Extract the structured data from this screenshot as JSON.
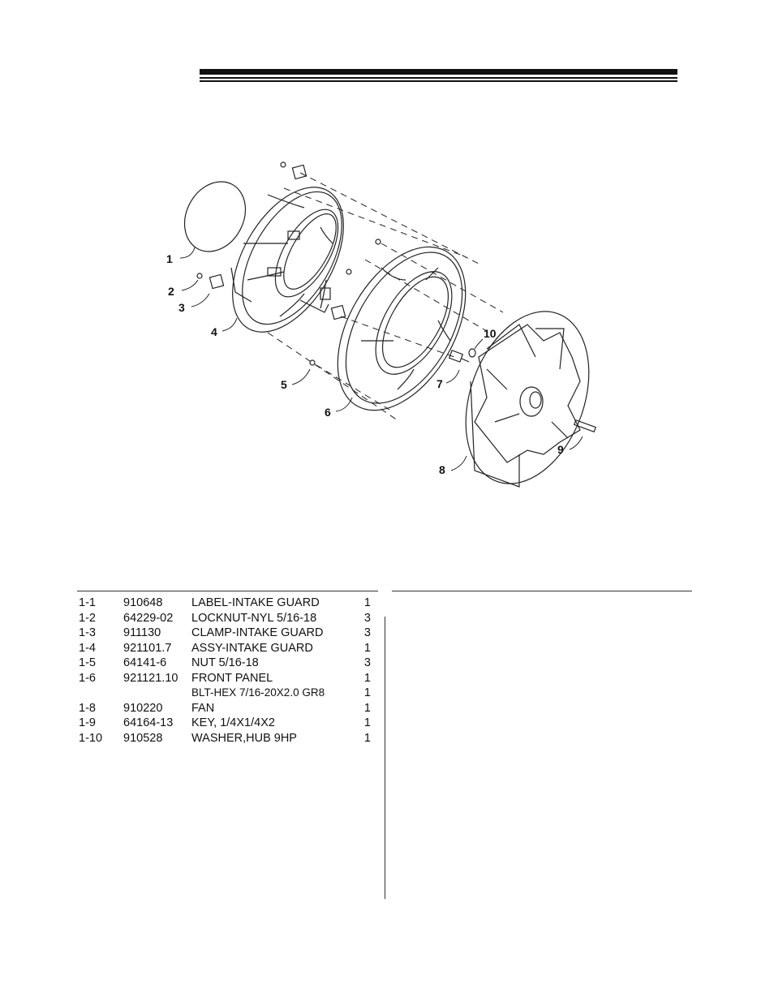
{
  "diagram": {
    "callouts": [
      "1",
      "2",
      "3",
      "4",
      "5",
      "6",
      "7",
      "8",
      "9",
      "10"
    ]
  },
  "parts": [
    {
      "item": "1-1",
      "part": "910648",
      "desc": "LABEL-INTAKE GUARD",
      "qty": "1"
    },
    {
      "item": "1-2",
      "part": "64229-02",
      "desc": "LOCKNUT-NYL 5/16-18",
      "qty": "3"
    },
    {
      "item": "1-3",
      "part": "911130",
      "desc": "CLAMP-INTAKE GUARD",
      "qty": "3"
    },
    {
      "item": "1-4",
      "part": "921101.7",
      "desc": "ASSY-INTAKE GUARD",
      "qty": "1"
    },
    {
      "item": "1-5",
      "part": "64141-6",
      "desc": "NUT 5/16-18",
      "qty": "3"
    },
    {
      "item": "1-6",
      "part": "921121.10",
      "desc": "FRONT PANEL",
      "qty": "1"
    },
    {
      "item": "",
      "part": "",
      "desc": "BLT-HEX 7/16-20X2.0 GR8",
      "qty": "1"
    },
    {
      "item": "1-8",
      "part": "910220",
      "desc": "FAN",
      "qty": "1"
    },
    {
      "item": "1-9",
      "part": "64164-13",
      "desc": "KEY, 1/4X1/4X2",
      "qty": "1"
    },
    {
      "item": "1-10",
      "part": "910528",
      "desc": "WASHER,HUB 9HP",
      "qty": "1"
    }
  ]
}
